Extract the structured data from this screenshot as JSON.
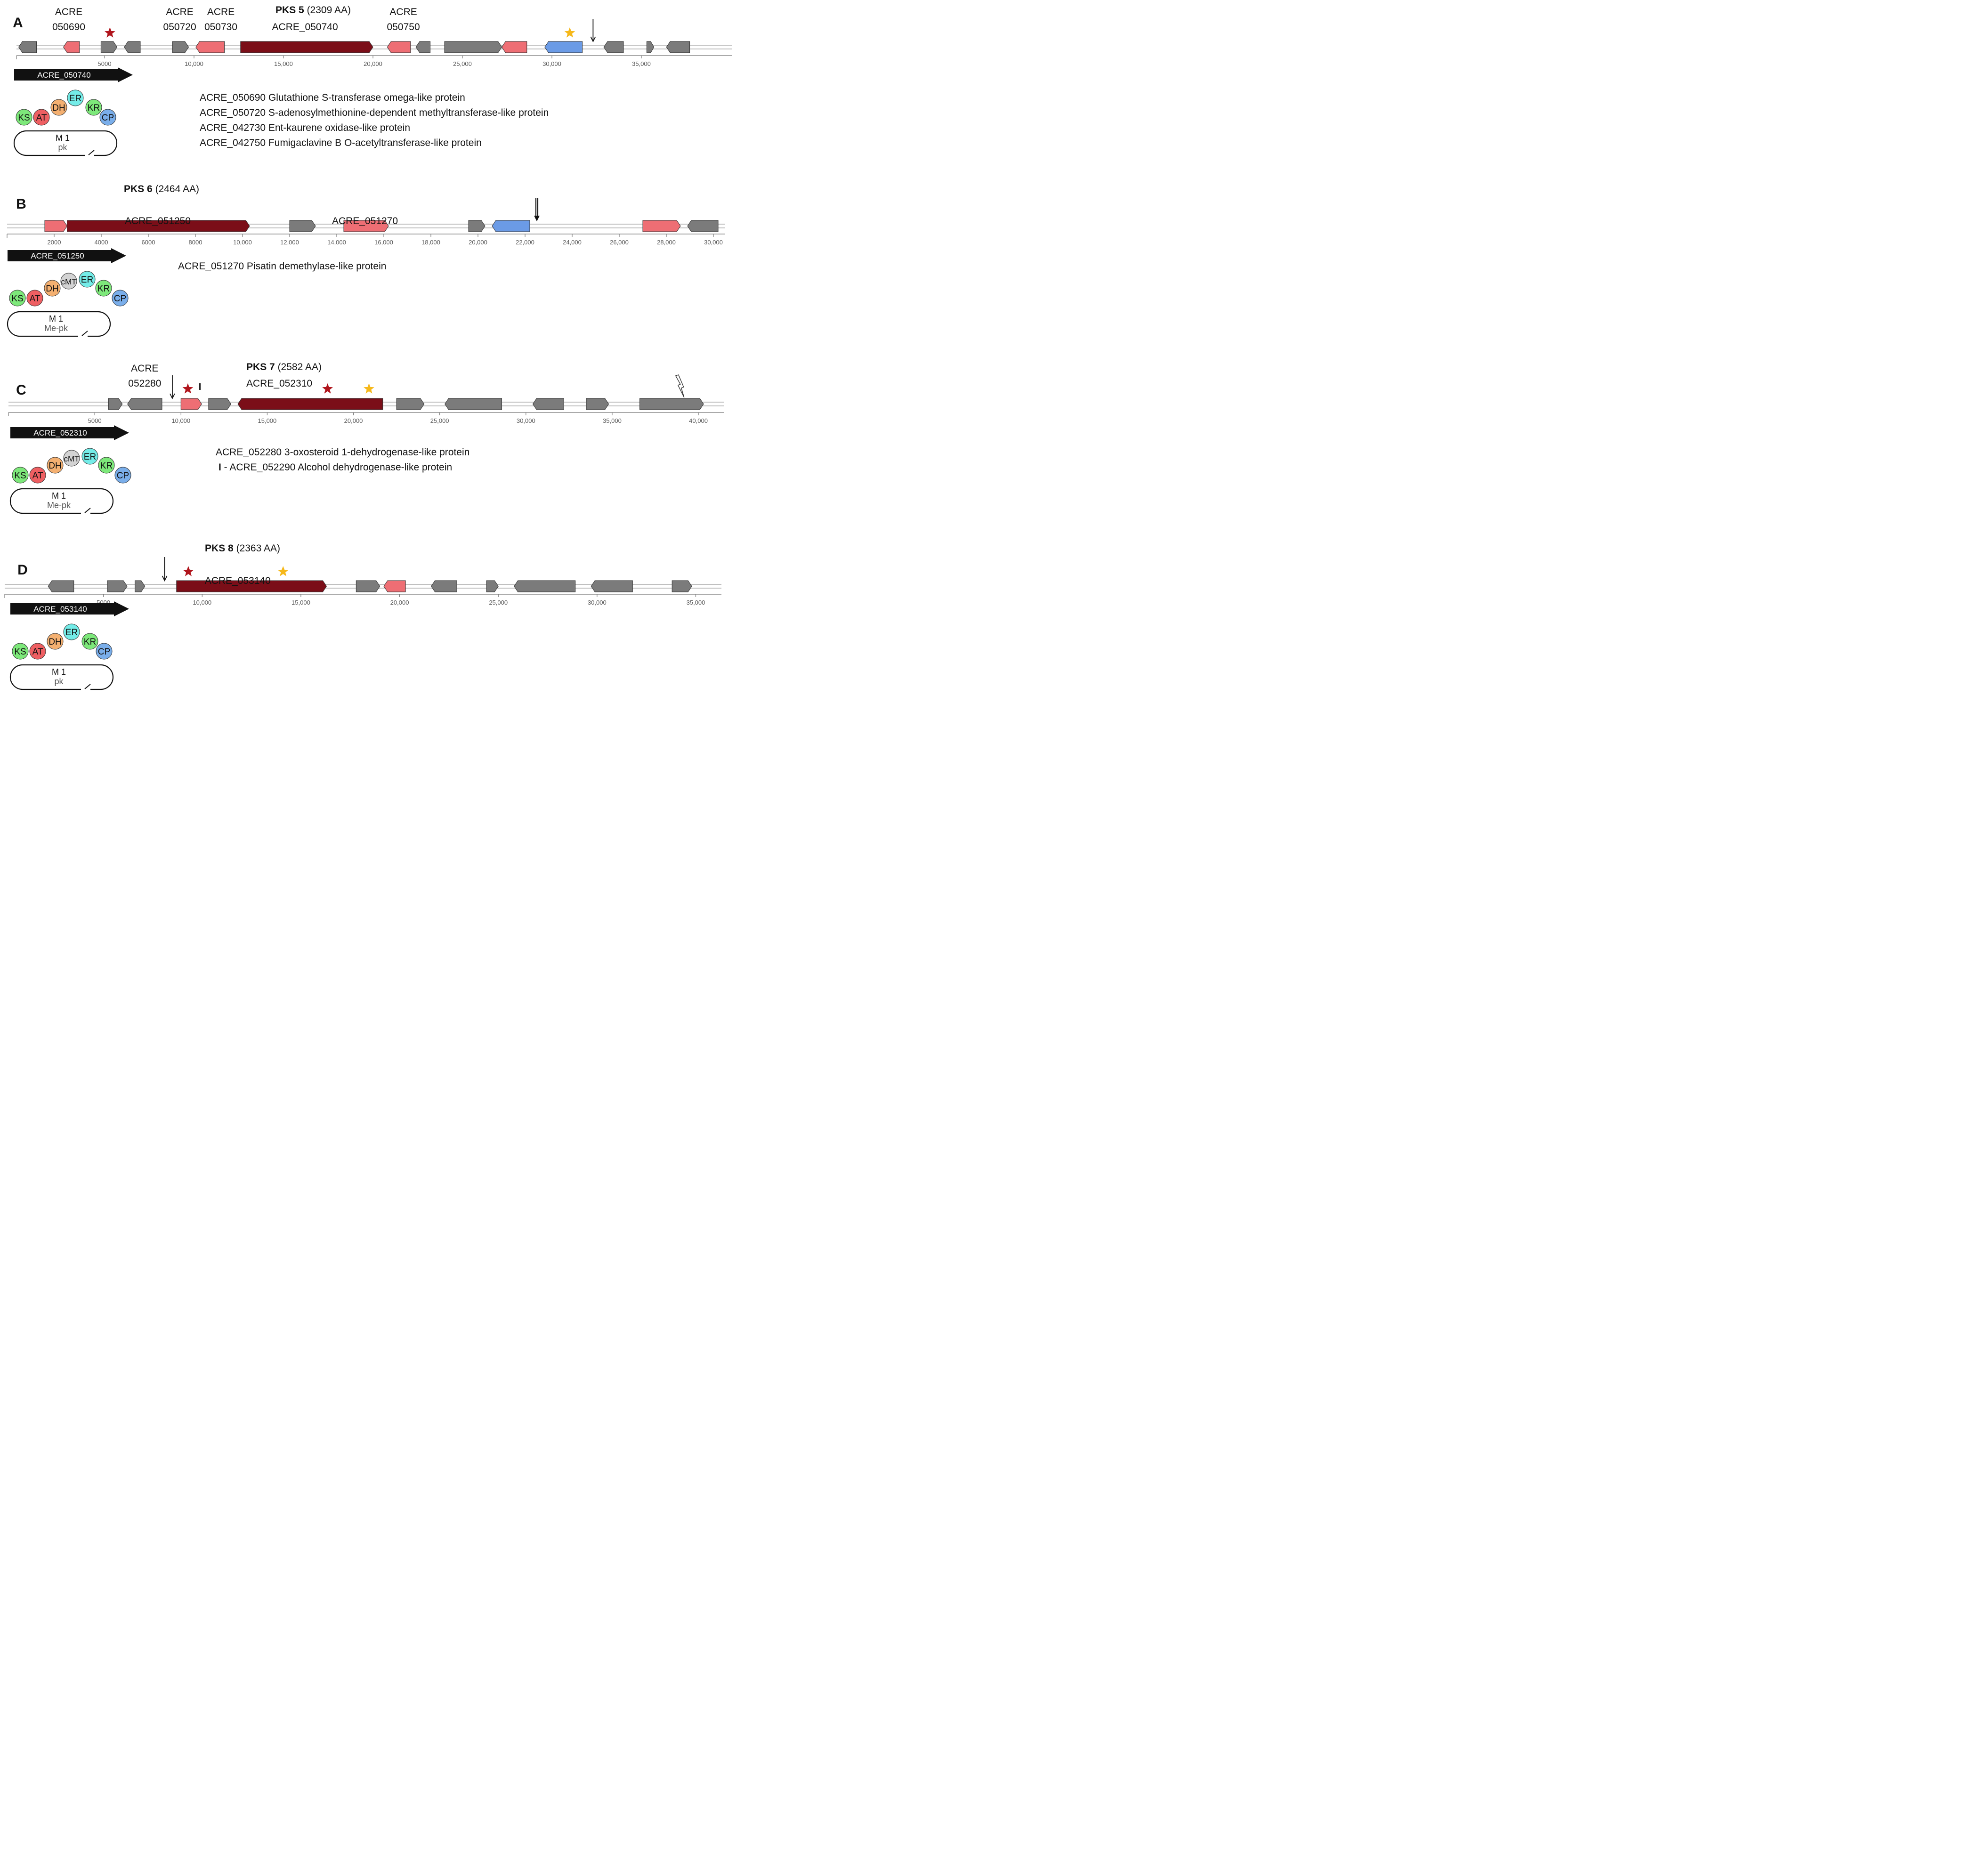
{
  "colors": {
    "pks": "#7b0e18",
    "tailoring": "#ee6e74",
    "other": "#7b7b7b",
    "transporter": "#6b9be6",
    "red_star": "#b0141c",
    "yellow_star": "#f6b81a",
    "KS": "#7de87a",
    "AT": "#ee5f62",
    "DH": "#f4b071",
    "cMT": "#d3d3d3",
    "ER": "#74ece8",
    "KR": "#7de87a",
    "CP": "#7aaeea"
  },
  "legend_meaning": {
    "red": "tailoring",
    "dark_red": "pks",
    "gray": "other",
    "blue": "transporter"
  },
  "panels": [
    {
      "letter": "A",
      "pks_name": "PKS 5",
      "pks_len": "(2309  AA)",
      "axis": {
        "min": 0,
        "max": 40000,
        "ticks": [
          5000,
          10000,
          15000,
          20000,
          25000,
          30000,
          35000
        ],
        "tick_labels": [
          "5000",
          "10,000",
          "15,000",
          "20,000",
          "25,000",
          "30,000",
          "35,000"
        ]
      },
      "genes": [
        {
          "start": 200,
          "end": 1200,
          "strand": "-",
          "type": "other"
        },
        {
          "start": 2700,
          "end": 3600,
          "strand": "-",
          "type": "tailoring"
        },
        {
          "start": 4800,
          "end": 5700,
          "strand": "+",
          "type": "other"
        },
        {
          "start": 6100,
          "end": 7000,
          "strand": "-",
          "type": "other"
        },
        {
          "start": 8800,
          "end": 9700,
          "strand": "+",
          "type": "other"
        },
        {
          "start": 10100,
          "end": 11700,
          "strand": "-",
          "type": "tailoring"
        },
        {
          "start": 12600,
          "end": 20000,
          "strand": "+",
          "type": "pks"
        },
        {
          "start": 20800,
          "end": 22100,
          "strand": "-",
          "type": "tailoring"
        },
        {
          "start": 22400,
          "end": 23200,
          "strand": "-",
          "type": "other"
        },
        {
          "start": 24000,
          "end": 27200,
          "strand": "+",
          "type": "other"
        },
        {
          "start": 27200,
          "end": 28600,
          "strand": "-",
          "type": "tailoring"
        },
        {
          "start": 29600,
          "end": 31700,
          "strand": "-",
          "type": "transporter"
        },
        {
          "start": 32900,
          "end": 34000,
          "strand": "-",
          "type": "other"
        },
        {
          "start": 35300,
          "end": 35700,
          "strand": "+",
          "type": "other"
        },
        {
          "start": 36400,
          "end": 37700,
          "strand": "-",
          "type": "other"
        }
      ],
      "labels": [
        {
          "lines": [
            "ACRE",
            "050690"
          ],
          "pos": 3000
        },
        {
          "lines": [
            "ACRE",
            "050720"
          ],
          "pos": 9200
        },
        {
          "lines": [
            "ACRE",
            "050730"
          ],
          "pos": 11500
        },
        {
          "lines": [
            "ACRE_050740"
          ],
          "pos": 16200
        },
        {
          "lines": [
            "ACRE",
            "050750"
          ],
          "pos": 21700
        }
      ],
      "marks": [
        {
          "type": "red_star",
          "pos": 5300
        },
        {
          "type": "yellow_star",
          "pos": 31000
        },
        {
          "type": "arrow",
          "pos": 32300
        }
      ],
      "module": {
        "gene": "ACRE_050740",
        "domains": [
          "KS",
          "AT",
          "DH",
          "ER",
          "KR",
          "CP"
        ],
        "name": "M 1",
        "product": "pk"
      },
      "annotations": [
        "ACRE_050690  Glutathione S-transferase omega-like protein",
        "ACRE_050720  S-adenosylmethionine-dependent methyltransferase-like protein",
        "ACRE_042730  Ent-kaurene oxidase-like protein",
        "ACRE_042750  Fumigaclavine B O-acetyltransferase-like protein"
      ]
    },
    {
      "letter": "B",
      "pks_name": "PKS 6",
      "pks_len": "(2464  AA)",
      "axis": {
        "min": 0,
        "max": 30500,
        "ticks": [
          2000,
          4000,
          6000,
          8000,
          10000,
          12000,
          14000,
          16000,
          18000,
          20000,
          22000,
          24000,
          26000,
          28000,
          30000
        ],
        "tick_labels": [
          "2000",
          "4000",
          "6000",
          "8000",
          "10,000",
          "12,000",
          "14,000",
          "16,000",
          "18,000",
          "20,000",
          "22,000",
          "24,000",
          "26,000",
          "28,000",
          "30,000"
        ]
      },
      "genes": [
        {
          "start": 1600,
          "end": 2550,
          "strand": "+",
          "type": "tailoring"
        },
        {
          "start": 2550,
          "end": 10300,
          "strand": "+",
          "type": "pks"
        },
        {
          "start": 12000,
          "end": 13100,
          "strand": "+",
          "type": "other"
        },
        {
          "start": 14300,
          "end": 16200,
          "strand": "+",
          "type": "tailoring"
        },
        {
          "start": 19600,
          "end": 20300,
          "strand": "+",
          "type": "other"
        },
        {
          "start": 20600,
          "end": 22200,
          "strand": "-",
          "type": "transporter"
        },
        {
          "start": 27000,
          "end": 28600,
          "strand": "+",
          "type": "tailoring"
        },
        {
          "start": 28900,
          "end": 30200,
          "strand": "-",
          "type": "other"
        }
      ],
      "labels": [
        {
          "lines": [
            "ACRE_051250"
          ],
          "pos": 6400
        },
        {
          "lines": [
            "ACRE_051270"
          ],
          "pos": 15200
        }
      ],
      "marks": [
        {
          "type": "double_arrow",
          "pos": 22500
        }
      ],
      "module": {
        "gene": "ACRE_051250",
        "domains": [
          "KS",
          "AT",
          "DH",
          "cMT",
          "ER",
          "KR",
          "CP"
        ],
        "name": "M 1",
        "product": "Me-pk"
      },
      "annotations": [
        "ACRE_051270  Pisatin demethylase-like protein"
      ]
    },
    {
      "letter": "C",
      "pks_name": "PKS 7",
      "pks_len": "(2582  AA)",
      "axis": {
        "min": 0,
        "max": 41500,
        "ticks": [
          5000,
          10000,
          15000,
          20000,
          25000,
          30000,
          35000,
          40000
        ],
        "tick_labels": [
          "5000",
          "10,000",
          "15,000",
          "20,000",
          "25,000",
          "30,000",
          "35,000",
          "40,000"
        ]
      },
      "genes": [
        {
          "start": 5800,
          "end": 6600,
          "strand": "+",
          "type": "other"
        },
        {
          "start": 6900,
          "end": 8900,
          "strand": "-",
          "type": "other"
        },
        {
          "start": 10000,
          "end": 11200,
          "strand": "+",
          "type": "tailoring"
        },
        {
          "start": 11600,
          "end": 12900,
          "strand": "+",
          "type": "other"
        },
        {
          "start": 13300,
          "end": 21700,
          "strand": "-",
          "type": "pks"
        },
        {
          "start": 22500,
          "end": 24100,
          "strand": "+",
          "type": "other"
        },
        {
          "start": 25300,
          "end": 28600,
          "strand": "-",
          "type": "other"
        },
        {
          "start": 30400,
          "end": 32200,
          "strand": "-",
          "type": "other"
        },
        {
          "start": 33500,
          "end": 34800,
          "strand": "+",
          "type": "other"
        },
        {
          "start": 36600,
          "end": 40300,
          "strand": "+",
          "type": "other"
        }
      ],
      "labels": [
        {
          "lines": [
            "ACRE",
            "052280"
          ],
          "pos": 7900
        },
        {
          "lines": [
            "ACRE_052310"
          ],
          "pos": 15700
        }
      ],
      "marks": [
        {
          "type": "arrow",
          "pos": 9500
        },
        {
          "type": "red_star",
          "pos": 10400
        },
        {
          "type": "roman_I",
          "pos": 11100
        },
        {
          "type": "red_star",
          "pos": 18500
        },
        {
          "type": "yellow_star",
          "pos": 20900
        },
        {
          "type": "lightning",
          "pos": 38900
        }
      ],
      "module": {
        "gene": "ACRE_052310",
        "domains": [
          "KS",
          "AT",
          "DH",
          "cMT",
          "ER",
          "KR",
          "CP"
        ],
        "name": "M 1",
        "product": "Me-pk"
      },
      "annotations": [
        "ACRE_052280  3-oxosteroid 1-dehydrogenase-like protein"
      ],
      "annotation_roman": "I",
      "annotation_roman_rest": " - ACRE_052290  Alcohol dehydrogenase-like protein"
    },
    {
      "letter": "D",
      "pks_name": "PKS 8",
      "pks_len": "(2363  AA)",
      "axis": {
        "min": 0,
        "max": 36300,
        "ticks": [
          5000,
          10000,
          15000,
          20000,
          25000,
          30000,
          35000
        ],
        "tick_labels": [
          "5000",
          "10,000",
          "15,000",
          "20,000",
          "25,000",
          "30,000",
          "35,000"
        ]
      },
      "genes": [
        {
          "start": 2200,
          "end": 3500,
          "strand": "-",
          "type": "other"
        },
        {
          "start": 5200,
          "end": 6200,
          "strand": "+",
          "type": "other"
        },
        {
          "start": 6600,
          "end": 7100,
          "strand": "+",
          "type": "other"
        },
        {
          "start": 8700,
          "end": 16300,
          "strand": "+",
          "type": "pks"
        },
        {
          "start": 17800,
          "end": 19000,
          "strand": "+",
          "type": "other"
        },
        {
          "start": 19200,
          "end": 20300,
          "strand": "-",
          "type": "tailoring"
        },
        {
          "start": 21600,
          "end": 22900,
          "strand": "-",
          "type": "other"
        },
        {
          "start": 24400,
          "end": 25000,
          "strand": "+",
          "type": "other"
        },
        {
          "start": 25800,
          "end": 28900,
          "strand": "-",
          "type": "other"
        },
        {
          "start": 29700,
          "end": 31800,
          "strand": "-",
          "type": "other"
        },
        {
          "start": 33800,
          "end": 34800,
          "strand": "+",
          "type": "other"
        }
      ],
      "labels": [
        {
          "lines": [
            "ACRE_053140"
          ],
          "pos": 11800
        }
      ],
      "marks": [
        {
          "type": "arrow",
          "pos": 8100
        },
        {
          "type": "red_star",
          "pos": 9300
        },
        {
          "type": "yellow_star",
          "pos": 14100
        }
      ],
      "module": {
        "gene": "ACRE_053140",
        "domains": [
          "KS",
          "AT",
          "DH",
          "ER",
          "KR",
          "CP"
        ],
        "name": "M 1",
        "product": "pk"
      },
      "annotations": []
    }
  ]
}
